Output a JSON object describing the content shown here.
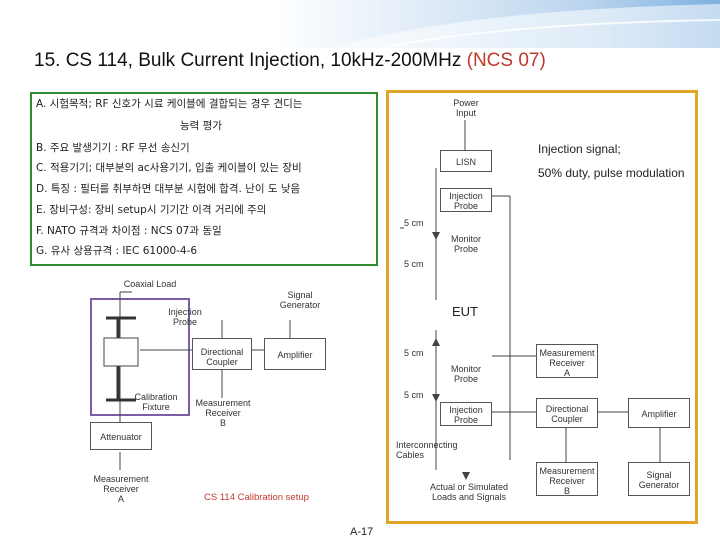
{
  "slide": {
    "title_main": "15. CS 114, Bulk Current Injection, 10kHz-200MHz ",
    "title_ncs": "(NCS 07)",
    "page_number": "A-17"
  },
  "items": [
    "A. 시험목적; RF 신호가 시료 케이블에 결합되는 경우 견디는",
    "능력 평가",
    "B. 주요 발생기기 : RF 무선 송신기",
    "C. 적용기기;  대부분의 ac사용기기, 입출 케이블이 있는 장비",
    "D. 특징 : 필터를 취부하면 대부분 시험에 합격. 난이 도 낮음",
    "E. 장비구성: 장비 setup시 기기간 이격 거리에 주의",
    "F. NATO 규격과 차이점 : NCS 07과 동일",
    "G. 유사 상용규격 : IEC 61000-4-6"
  ],
  "injection_note": {
    "line1": "Injection signal;",
    "line2": "50% duty, pulse modulation"
  },
  "calibration_setup": {
    "caption": "CS 114 Calibration setup",
    "coaxial_load": "Coaxial Load",
    "injection_probe": "Injection\nProbe",
    "signal_generator": "Signal\nGenerator",
    "directional_coupler": "Directional\nCoupler",
    "amplifier": "Amplifier",
    "calibration_fixture": "Calibration\nFixture",
    "measurement_receiver_b": "Measurement\nReceiver\nB",
    "attenuator": "Attenuator",
    "measurement_receiver_a": "Measurement\nReceiver\nA"
  },
  "test_setup": {
    "power_input": "Power\nInput",
    "lisn": "LISN",
    "injection_probe_top": "Injection\nProbe",
    "monitor_probe_top": "Monitor\nProbe",
    "eut": "EUT",
    "monitor_probe_bottom": "Monitor\nProbe",
    "injection_probe_bottom": "Injection\nProbe",
    "interconnecting_cables": "Interconnecting\nCables",
    "actual_loads": "Actual or Simulated\nLoads and Signals",
    "measurement_receiver_a": "Measurement\nReceiver\nA",
    "directional_coupler": "Directional\nCoupler",
    "amplifier": "Amplifier",
    "measurement_receiver_b": "Measurement\nReceiver\nB",
    "signal_generator": "Signal\nGenerator",
    "cm_1": "5 cm",
    "cm_2": "5 cm",
    "cm_3": "5 cm",
    "cm_4": "5 cm"
  },
  "colors": {
    "title_accent": "#c0392b",
    "green_frame": "#2e8b2e",
    "gold_frame": "#e0a526",
    "purple_frame": "#7b5ea7",
    "caption": "#c0392b"
  }
}
